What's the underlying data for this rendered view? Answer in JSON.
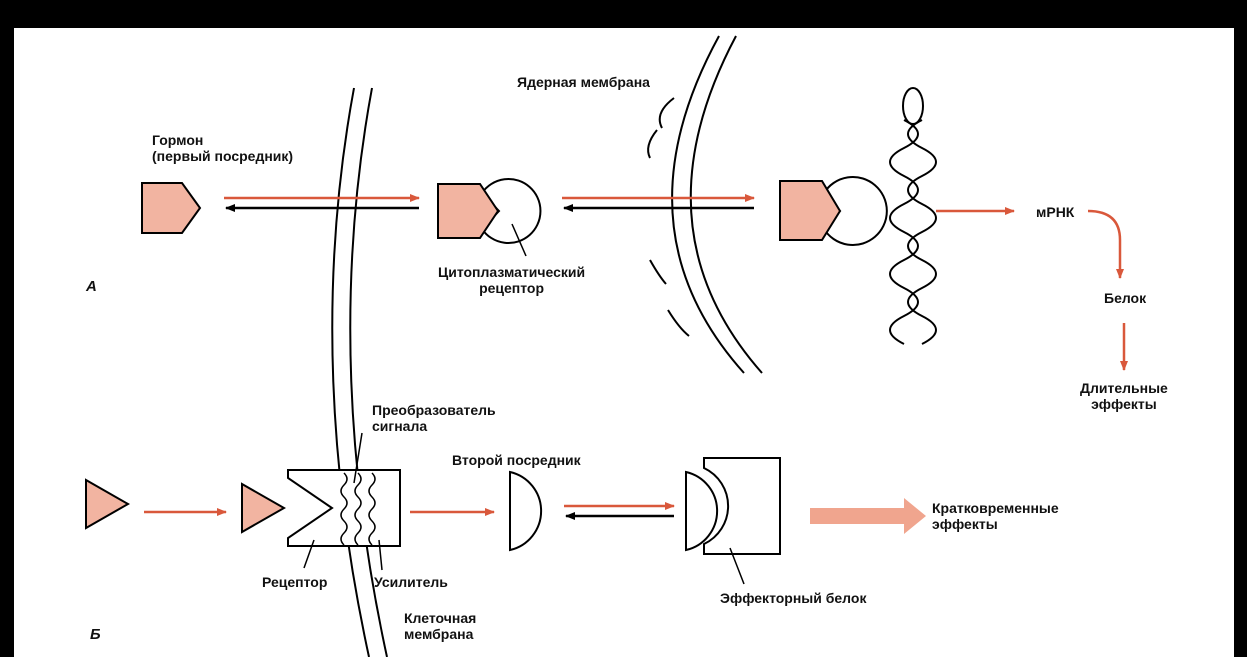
{
  "colors": {
    "hormone_fill": "#f2b4a1",
    "arrow_red": "#d9583b",
    "arrow_light": "#f0a58e",
    "stroke": "#000000",
    "background": "#ffffff"
  },
  "panel_a": {
    "label": "A",
    "hormone": "Гормон\n(первый посредник)",
    "nuclear_membrane": "Ядерная мембрана",
    "cytoplasmic_receptor": "Цитоплазматический\nрецептор",
    "mrna": "мРНК",
    "protein": "Белок",
    "long_effects": "Длительные\nэффекты"
  },
  "panel_b": {
    "label": "Б",
    "transducer": "Преобразователь\nсигнала",
    "second_messenger": "Второй посредник",
    "short_effects": "Кратковременные\nэффекты",
    "receptor": "Рецептор",
    "amplifier": "Усилитель",
    "effector_protein": "Эффекторный белок",
    "cell_membrane": "Клеточная\nмембрана"
  }
}
